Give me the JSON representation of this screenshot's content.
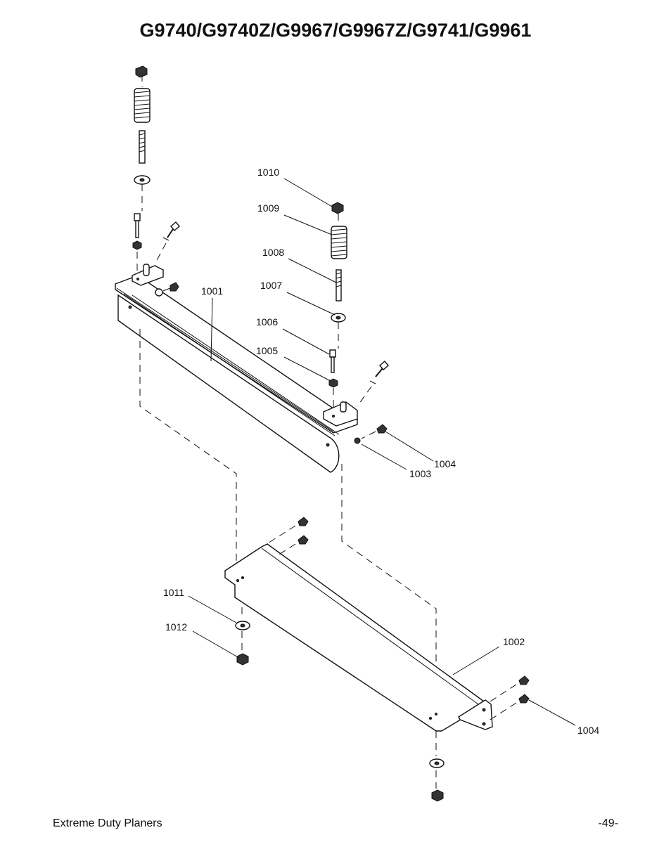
{
  "title": "G9740/G9740Z/G9967/G9967Z/G9741/G9961",
  "callouts": {
    "c1001": "1001",
    "c1002": "1002",
    "c1003": "1003",
    "c1004a": "1004",
    "c1004b": "1004",
    "c1005": "1005",
    "c1006": "1006",
    "c1007": "1007",
    "c1008": "1008",
    "c1009": "1009",
    "c1010": "1010",
    "c1011": "1011",
    "c1012": "1012"
  },
  "footer": {
    "left": "Extreme Duty Planers",
    "right": "-49-"
  }
}
